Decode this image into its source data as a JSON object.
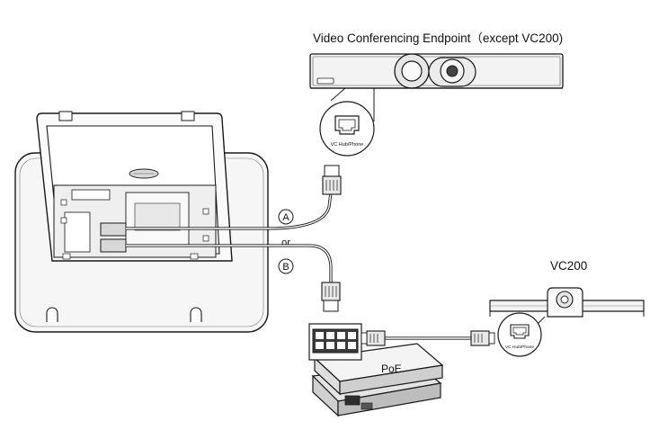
{
  "labels": {
    "vc_endpoint": "Video Conferencing Endpoint（except VC200)",
    "vc200": "VC200",
    "option_a": "A",
    "option_b": "B",
    "or": "or",
    "poe": "PoE",
    "port_label": "VC Hub/Phone",
    "port_label_vc200": "VC Hub/Phone"
  },
  "colors": {
    "stroke": "#1a1a1a",
    "device_fill": "#f2f2f2",
    "dark_fill": "#3a3a3a"
  }
}
